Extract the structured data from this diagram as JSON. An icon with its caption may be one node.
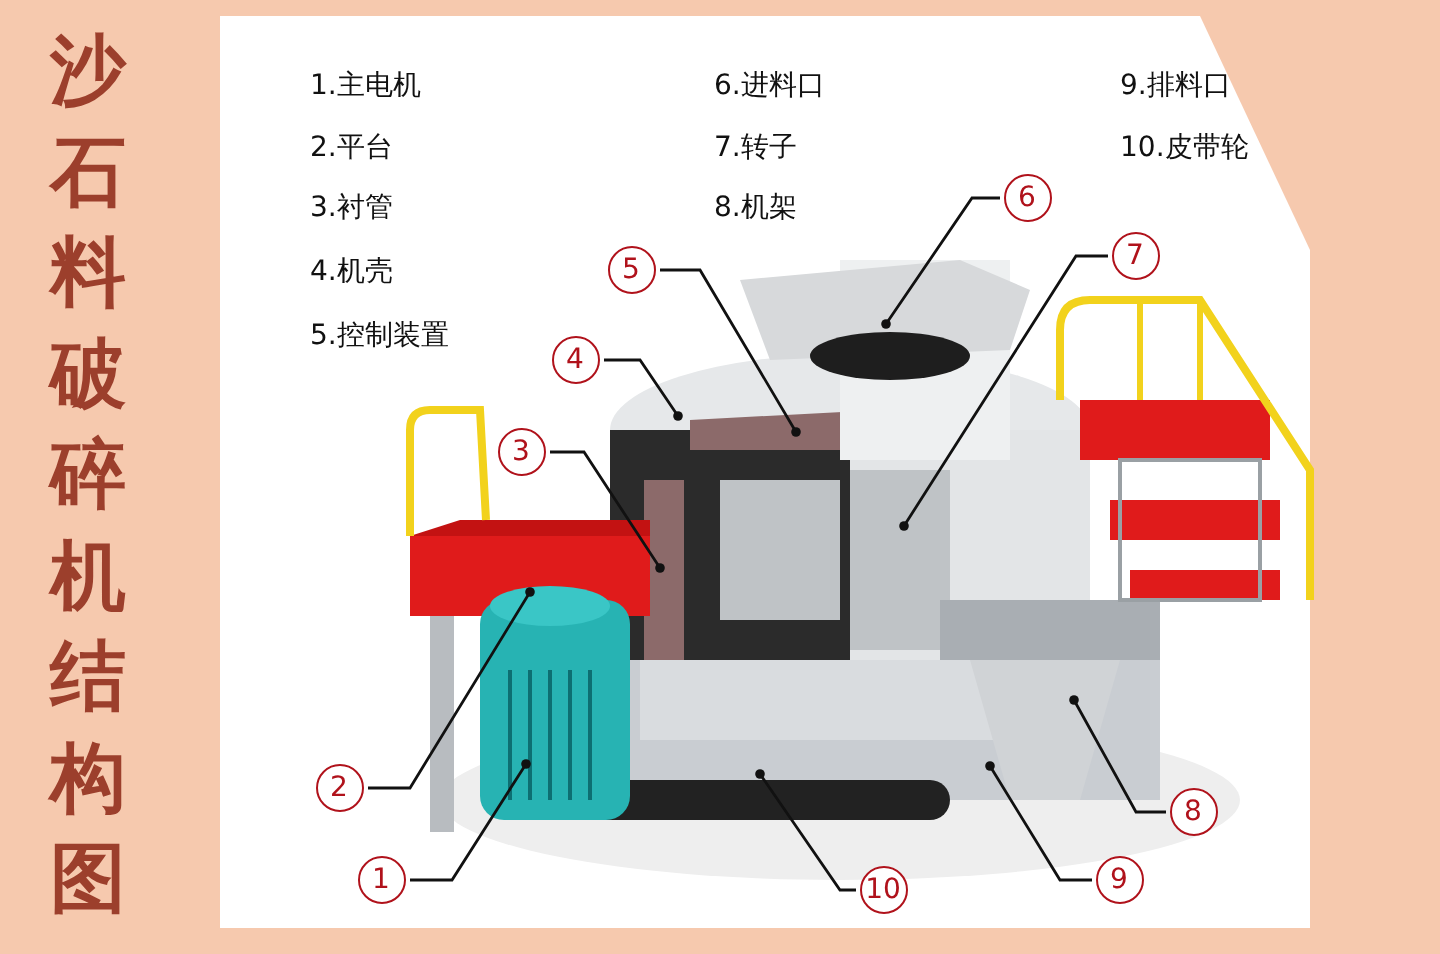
{
  "diagram": {
    "title": "沙石料破碎机结构图",
    "nodes": [
      {
        "text": [
          "1"
        ]
      },
      {
        "text": [
          "2"
        ]
      },
      {
        "text": [
          "3"
        ]
      },
      {
        "text": [
          "4"
        ]
      },
      {
        "text": [
          "5"
        ]
      },
      {
        "text": [
          "6"
        ]
      },
      {
        "text": [
          "7"
        ]
      },
      {
        "text": [
          "8"
        ]
      },
      {
        "text": [
          "9"
        ]
      },
      {
        "text": [
          "10"
        ]
      }
    ],
    "edges": [
      {
        "from": 0,
        "to": null,
        "arrow": "other"
      },
      {
        "from": 1,
        "to": null,
        "arrow": "other"
      },
      {
        "from": 2,
        "to": null,
        "arrow": "other"
      },
      {
        "from": 3,
        "to": null,
        "arrow": "other"
      },
      {
        "from": 4,
        "to": null,
        "arrow": "other"
      },
      {
        "from": 5,
        "to": null,
        "arrow": "other"
      },
      {
        "from": 6,
        "to": null,
        "arrow": "other"
      },
      {
        "from": 7,
        "to": null,
        "arrow": "other"
      },
      {
        "from": 8,
        "to": null,
        "arrow": "other"
      },
      {
        "from": 9,
        "to": null,
        "arrow": "other"
      }
    ],
    "labels": [
      "1.主电机",
      "6.进料口",
      "9.排料口",
      "2.平台",
      "7.转子",
      "10.皮带轮",
      "3.衬管",
      "8.机架",
      "4.机壳",
      "5.控制装置"
    ]
  }
}
